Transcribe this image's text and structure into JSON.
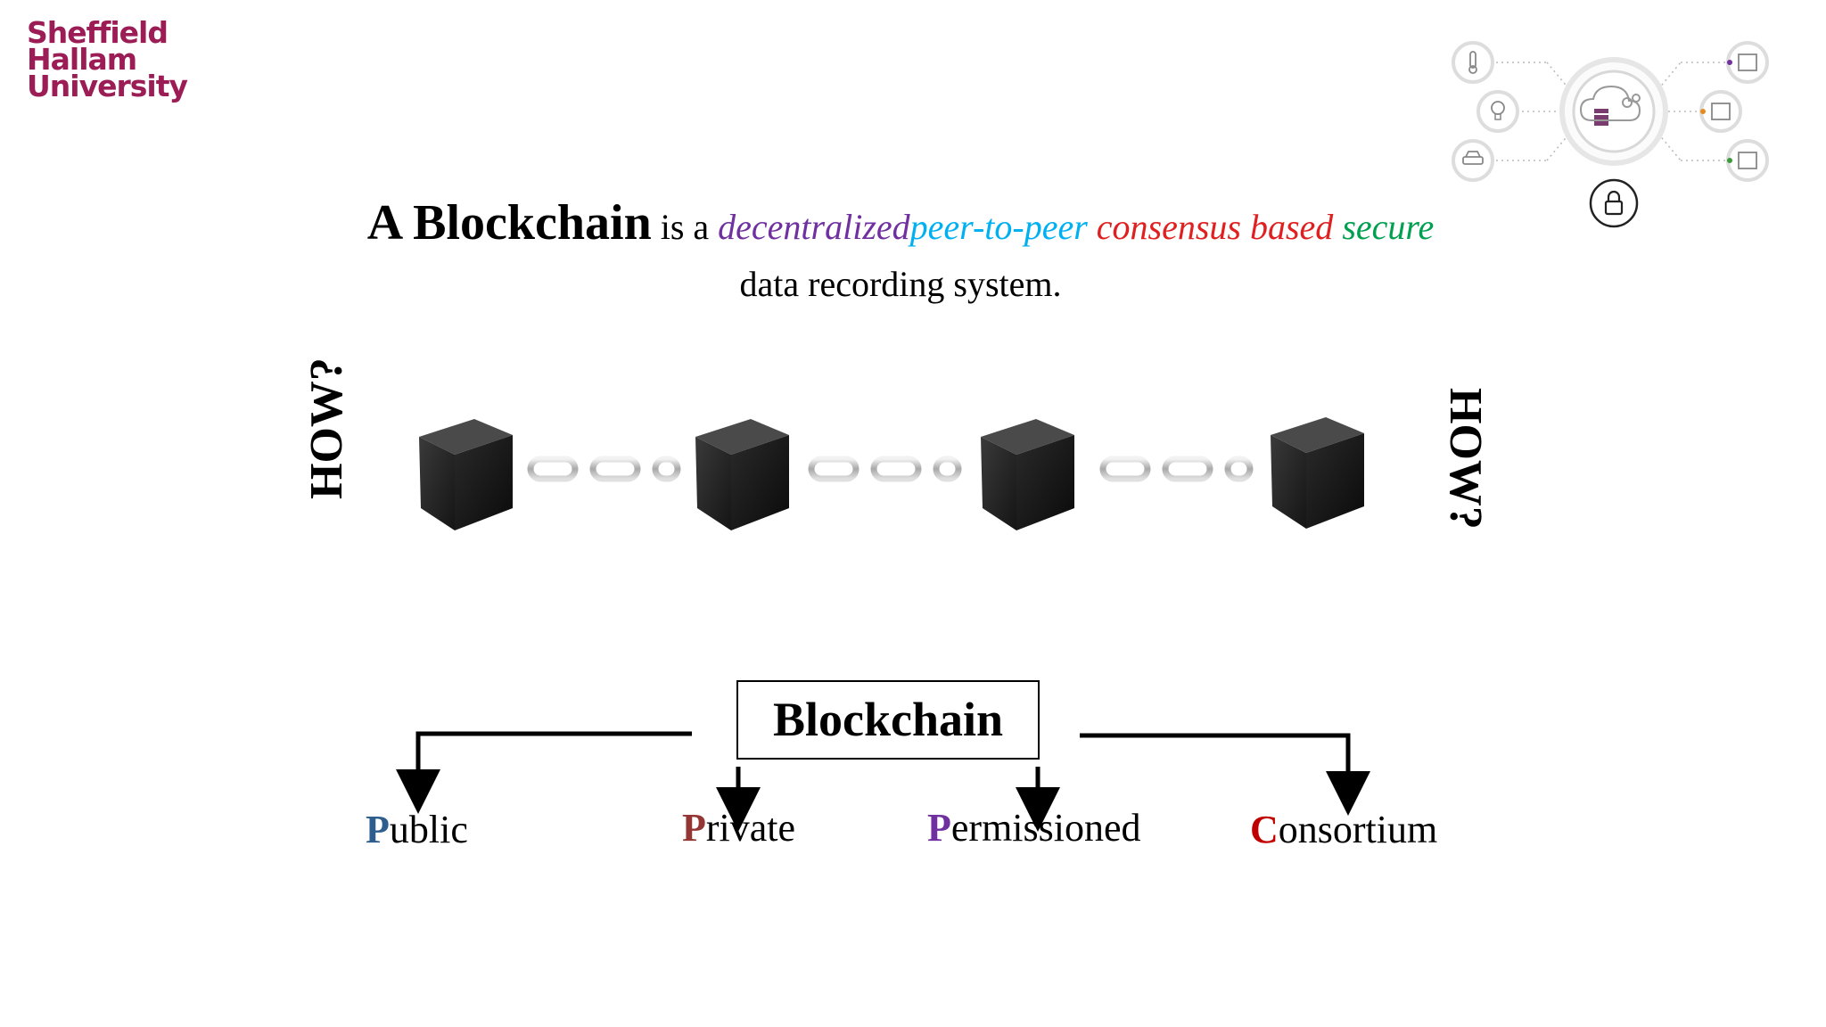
{
  "logo": {
    "lines": [
      "Sheffield",
      "Hallam",
      "University"
    ]
  },
  "headline": {
    "strong": "A Blockchain",
    "connector": "is a",
    "terms": [
      {
        "text": "decentralized",
        "color": "#7030a0"
      },
      {
        "text": "peer-to-peer",
        "color": "#00b0f0"
      },
      {
        "text": "consensus based",
        "color": "#e02020"
      },
      {
        "text": "secure",
        "color": "#00a050"
      }
    ],
    "line2": "data recording system."
  },
  "how_left": "HOW?",
  "how_right": "HOW?",
  "chain": {
    "blocks": 4,
    "links": 3
  },
  "tree": {
    "root": "Blockchain",
    "types": [
      {
        "initial": "P",
        "rest": "ublic",
        "color": "#2e5e8e"
      },
      {
        "initial": "P",
        "rest": "rivate",
        "color": "#943634"
      },
      {
        "initial": "P",
        "rest": "ermissioned",
        "color": "#7030a0"
      },
      {
        "initial": "C",
        "rest": "onsortium",
        "color": "#c00000"
      }
    ]
  },
  "iot_icons": [
    "thermometer-icon",
    "lightbulb-icon",
    "car-icon",
    "cloud-server-icon",
    "lock-icon",
    "device-icon",
    "device-icon",
    "device-icon"
  ]
}
